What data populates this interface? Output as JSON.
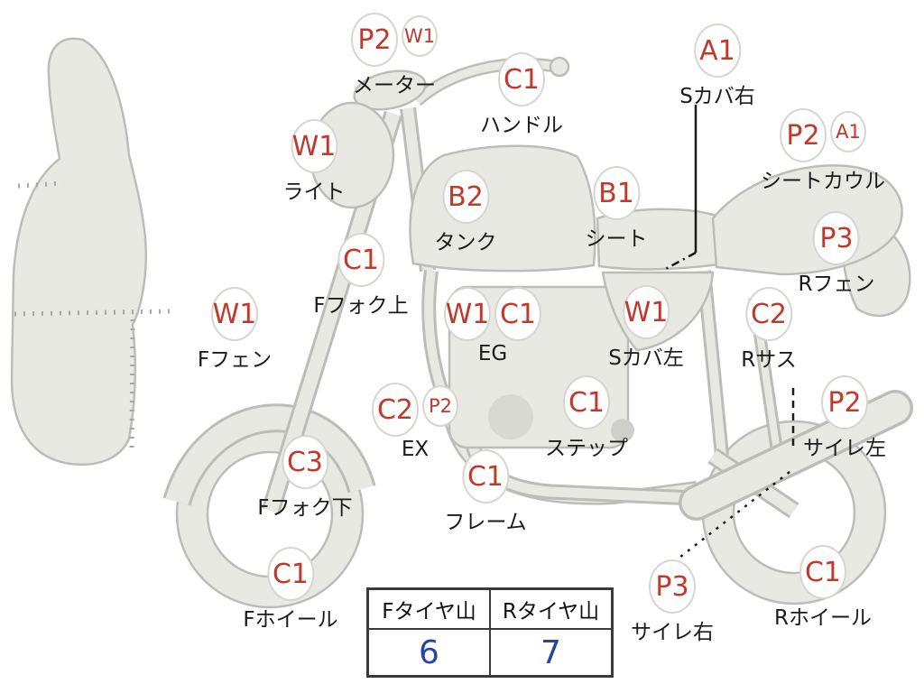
{
  "diagram": {
    "labels": [
      {
        "code": "P2",
        "sub": "W1",
        "name": "メーター"
      },
      {
        "code": "C1",
        "name": "ハンドル"
      },
      {
        "code": "A1",
        "name": "Sカバ右"
      },
      {
        "code": "W1",
        "name": "ライト"
      },
      {
        "code": "P2",
        "sub": "A1",
        "name": "シートカウル"
      },
      {
        "code": "B2",
        "name": "タンク"
      },
      {
        "code": "B1",
        "name": "シート"
      },
      {
        "code": "P3",
        "name": "Rフェン"
      },
      {
        "code": "C1",
        "name": "Fフォク上"
      },
      {
        "code": "W1",
        "name": "Fフェン"
      },
      {
        "code": "W1",
        "code2": "C1",
        "name": "EG"
      },
      {
        "code": "W1",
        "name": "Sカバ左"
      },
      {
        "code": "C2",
        "name": "Rサス"
      },
      {
        "code": "C2",
        "sub": "P2",
        "name": "EX"
      },
      {
        "code": "C1",
        "name": "ステップ"
      },
      {
        "code": "P2",
        "name": "サイレ左"
      },
      {
        "code": "C3",
        "name": "Fフォク下"
      },
      {
        "code": "C1",
        "name": "フレーム"
      },
      {
        "code": "C1",
        "name": "Fホイール"
      },
      {
        "code": "P3",
        "name": "サイレ右"
      },
      {
        "code": "C1",
        "name": "Rホイール"
      }
    ]
  },
  "tire_table": {
    "front_header": "Fタイヤ山",
    "rear_header": "Rタイヤ山",
    "front_value": "6",
    "rear_value": "7"
  },
  "colors": {
    "code_red": "#c0392b",
    "value_blue": "#2643a8"
  }
}
